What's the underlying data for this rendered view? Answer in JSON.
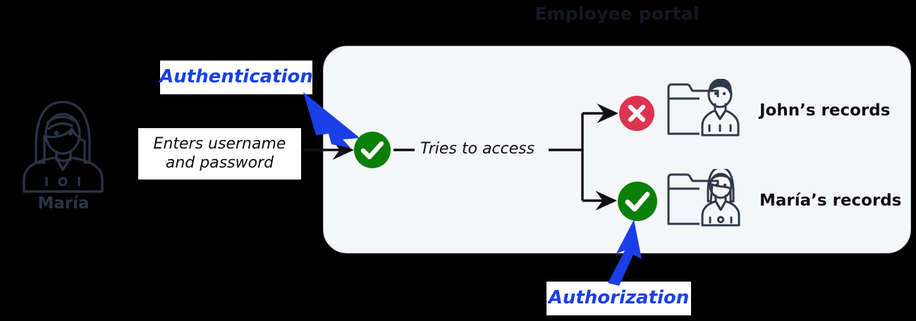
{
  "diagram": {
    "title": "Employee portal",
    "actor": {
      "name": "María",
      "icon": "female-user-avatar-icon"
    },
    "callouts": [
      {
        "id": "authentication",
        "text": "Authentication",
        "color": "#1a3fe8",
        "style": "bold-italic"
      },
      {
        "id": "credentials",
        "text": "Enters username and password",
        "line1": "Enters username",
        "line2": "and password",
        "color": "#0d0d0d",
        "style": "italic"
      },
      {
        "id": "authorization",
        "text": "Authorization",
        "color": "#1a3fe8",
        "style": "bold-italic"
      }
    ],
    "flow": {
      "auth_step_label": "Tries to access",
      "auth_badge": {
        "icon": "green-check-circle-icon",
        "color": "#0a8008"
      }
    },
    "records": [
      {
        "id": "john",
        "label": "John’s records",
        "access": "denied",
        "badge_icon": "red-x-circle-icon",
        "badge_color": "#dc3450",
        "folder_icon": "folder-male-user-icon"
      },
      {
        "id": "maria",
        "label": "María’s records",
        "access": "granted",
        "badge_icon": "green-check-circle-icon",
        "badge_color": "#0a8008",
        "folder_icon": "folder-female-user-icon"
      }
    ],
    "pointer_arrows": [
      {
        "id": "authentication-pointer",
        "color": "#1a3fe8",
        "points_to": "auth-badge"
      },
      {
        "id": "authorization-pointer",
        "color": "#1a3fe8",
        "points_to": "maria-badge"
      }
    ],
    "colors": {
      "panel_background": "#f5f6f8",
      "panel_border": "#b8bcc4",
      "page_background": "#000000",
      "line": "#101014",
      "icon_stroke": "#2e3a4a"
    }
  }
}
